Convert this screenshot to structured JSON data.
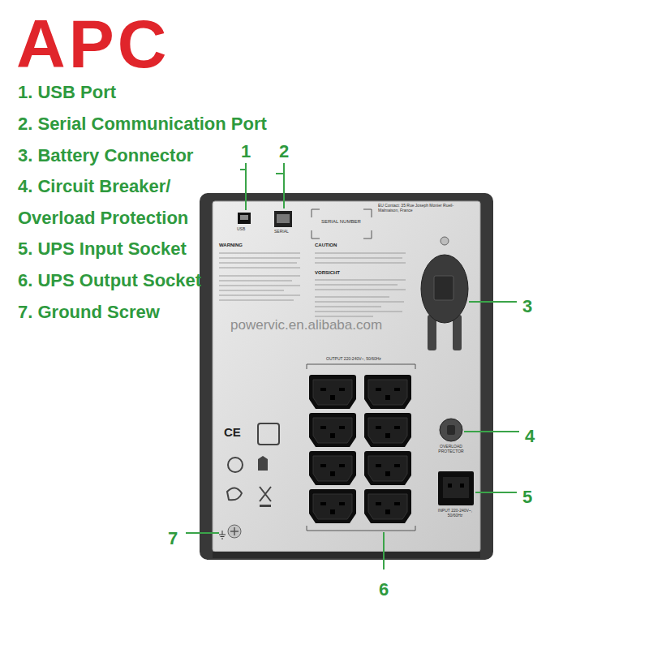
{
  "diagram": {
    "labels": [
      "APC",
      "1. USB Port",
      "2. Serial Communication Port",
      "3. Battery Connector",
      "4. Circuit Breaker/ Overload Protection",
      "5. UPS Input Socket",
      "6. UPS Output Socket",
      "7. Ground Screw",
      "1",
      "2",
      "3",
      "4",
      "5",
      "6",
      "7",
      "USB",
      "SERIAL",
      "SERIAL NUMBER",
      "WARNING",
      "CAUTION",
      "VORSICHT",
      "OVERLOAD PROTECTOR",
      "CE",
      "powervic.en.alibaba.com",
      "EU Contact: 35 Rue Joseph Monier Rueil-Malmaison, France",
      "INPUT 220-240V~, 50/60Hz",
      "OUTPUT 220-240V~, 50/60Hz"
    ]
  }
}
